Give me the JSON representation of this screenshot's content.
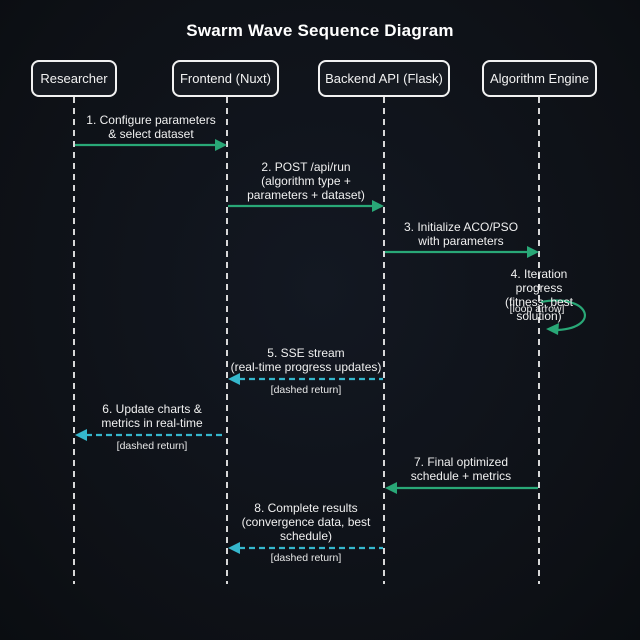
{
  "title": "Swarm Wave Sequence Diagram",
  "colors": {
    "background": "#0e1117",
    "solid_arrow": "#29a877",
    "dashed_arrow": "#35b7cd",
    "lifeline": "#eeeeee",
    "text": "#f0f0f0"
  },
  "actors": [
    {
      "label": "Researcher"
    },
    {
      "label": "Frontend (Nuxt)"
    },
    {
      "label": "Backend API (Flask)"
    },
    {
      "label": "Algorithm Engine"
    }
  ],
  "messages": [
    {
      "num": 1,
      "from": "Researcher",
      "to": "Frontend (Nuxt)",
      "style": "solid",
      "label": "1. Configure parameters\n& select dataset"
    },
    {
      "num": 2,
      "from": "Frontend (Nuxt)",
      "to": "Backend API (Flask)",
      "style": "solid",
      "label": "2. POST /api/run\n(algorithm type +\nparameters + dataset)"
    },
    {
      "num": 3,
      "from": "Backend API (Flask)",
      "to": "Algorithm Engine",
      "style": "solid",
      "label": "3. Initialize ACO/PSO\nwith parameters"
    },
    {
      "num": 4,
      "from": "Algorithm Engine",
      "to": "Algorithm Engine",
      "style": "self-loop",
      "label": "4. Iteration progress\n(fitness, best solution)",
      "note": "[loop arrow]"
    },
    {
      "num": 5,
      "from": "Backend API (Flask)",
      "to": "Frontend (Nuxt)",
      "style": "dashed",
      "label": "5. SSE stream\n(real-time progress updates)",
      "note": "[dashed return]"
    },
    {
      "num": 6,
      "from": "Frontend (Nuxt)",
      "to": "Researcher",
      "style": "dashed",
      "label": "6. Update charts &\nmetrics in real-time",
      "note": "[dashed return]"
    },
    {
      "num": 7,
      "from": "Algorithm Engine",
      "to": "Backend API (Flask)",
      "style": "solid",
      "label": "7. Final optimized\nschedule + metrics"
    },
    {
      "num": 8,
      "from": "Backend API (Flask)",
      "to": "Frontend (Nuxt)",
      "style": "dashed",
      "label": "8. Complete results\n(convergence data, best\nschedule)",
      "note": "[dashed return]"
    }
  ]
}
